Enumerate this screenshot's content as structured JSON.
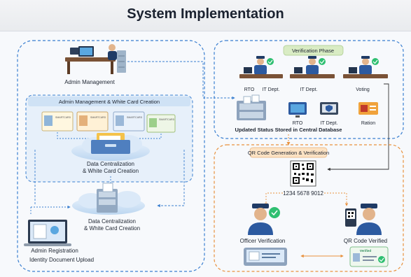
{
  "title": "System Implementation",
  "left_panel": {
    "admin_management": "Admin Management",
    "inner_box_title": "Admin Management & White Card Creation",
    "card_text": "SMARTCARD",
    "data_centralization_1": [
      "Data Centralization",
      "& White Card Creation"
    ],
    "data_centralization_2": [
      "Data Centralization",
      "& White Card Creation"
    ],
    "admin_registration": "Admin Registration",
    "identity_upload": "Identity Document Upload"
  },
  "verification": {
    "header": "Verification Phase",
    "officers": [
      "RTO",
      "IT Dept.",
      "IT Dept.",
      "Voting"
    ],
    "icons": [
      {
        "label": "RTO",
        "icon": "monitor-icon"
      },
      {
        "label": "IT Dept.",
        "icon": "shield-monitor-icon"
      },
      {
        "label": "Ration",
        "icon": "ration-card-icon"
      }
    ],
    "database_status": "Updated Status Stored in Central Database"
  },
  "qr": {
    "header": "QR Code Generation & Verification",
    "number": "1234 5678 9012",
    "officer_label": "Officer Verification",
    "verified_label": "QR Code Verified",
    "verified_badge": "Verified"
  },
  "colors": {
    "blue_dashed": "#3a7fd0",
    "orange_dashed": "#e8913d",
    "header_green": "#d9ecc4",
    "header_orange": "#fde3c4",
    "inner_blue": "#dbeaf8",
    "check_green": "#2fbf71"
  }
}
